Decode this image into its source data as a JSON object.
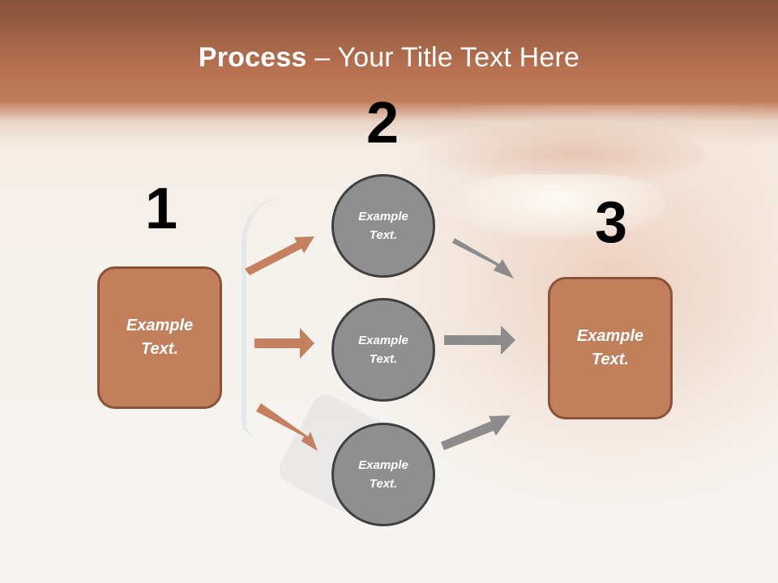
{
  "title": {
    "bold": "Process",
    "rest": " – Your Title Text Here"
  },
  "steps": {
    "one": {
      "number": "1",
      "line1": "Example",
      "line2": "Text."
    },
    "two": {
      "number": "2"
    },
    "three": {
      "number": "3",
      "line1": "Example",
      "line2": "Text."
    }
  },
  "circles": [
    {
      "line1": "Example",
      "line2": "Text."
    },
    {
      "line1": "Example",
      "line2": "Text."
    },
    {
      "line1": "Example",
      "line2": "Text."
    }
  ],
  "colors": {
    "box_fill": "#c27f5c",
    "box_border": "#8a5238",
    "circle_fill": "#8f8f8f",
    "circle_border": "#3f3f3f",
    "arrow_left": "#c58060",
    "arrow_right": "#8c8c8c",
    "title_text": "#ffffff"
  }
}
